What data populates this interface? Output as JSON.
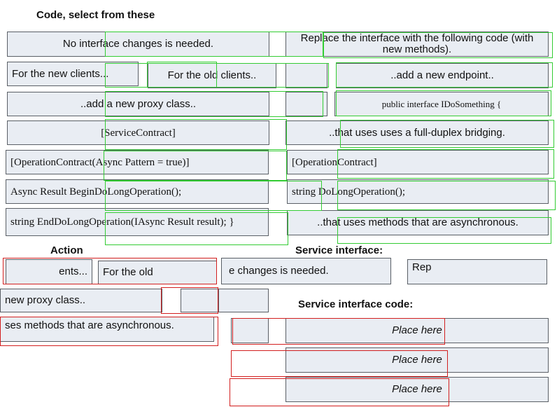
{
  "headings": {
    "code": "Code, select from these",
    "action": "Action",
    "service_interface": "Service interface:",
    "service_interface_code": "Service interface code:"
  },
  "code_options": {
    "no_change": "No interface changes is needed.",
    "replace_interface": "Replace the interface with the following code (with new methods).",
    "new_clients": "For the new clients...",
    "old_clients": "For the old clients..",
    "add_endpoint": "..add a new endpoint..",
    "add_proxy": "..add a new proxy class..",
    "public_interface": "public interface IDoSomething {",
    "service_contract": "[ServiceContract]",
    "full_duplex": "..that uses uses a full-duplex bridging.",
    "operation_contract_async": "[OperationContract(Async Pattern = true)]",
    "operation_contract": "[OperationContract]",
    "begin_operation": "Async Result BeginDoLongOperation();",
    "do_operation": "string DoLongOperation();",
    "end_operation": "string EndDoLongOperation(IAsync Result result); }",
    "async_methods": "..that uses methods that are asynchronous."
  },
  "action_area": {
    "row1_left": "ents...",
    "row1_old": "For the old",
    "row1_mid": "e changes is needed.",
    "row1_rep": "Rep",
    "row2_left": "new proxy class..",
    "row3_left": "ses methods that are asynchronous."
  },
  "placeholders": [
    "Place here",
    "Place here",
    "Place here"
  ]
}
